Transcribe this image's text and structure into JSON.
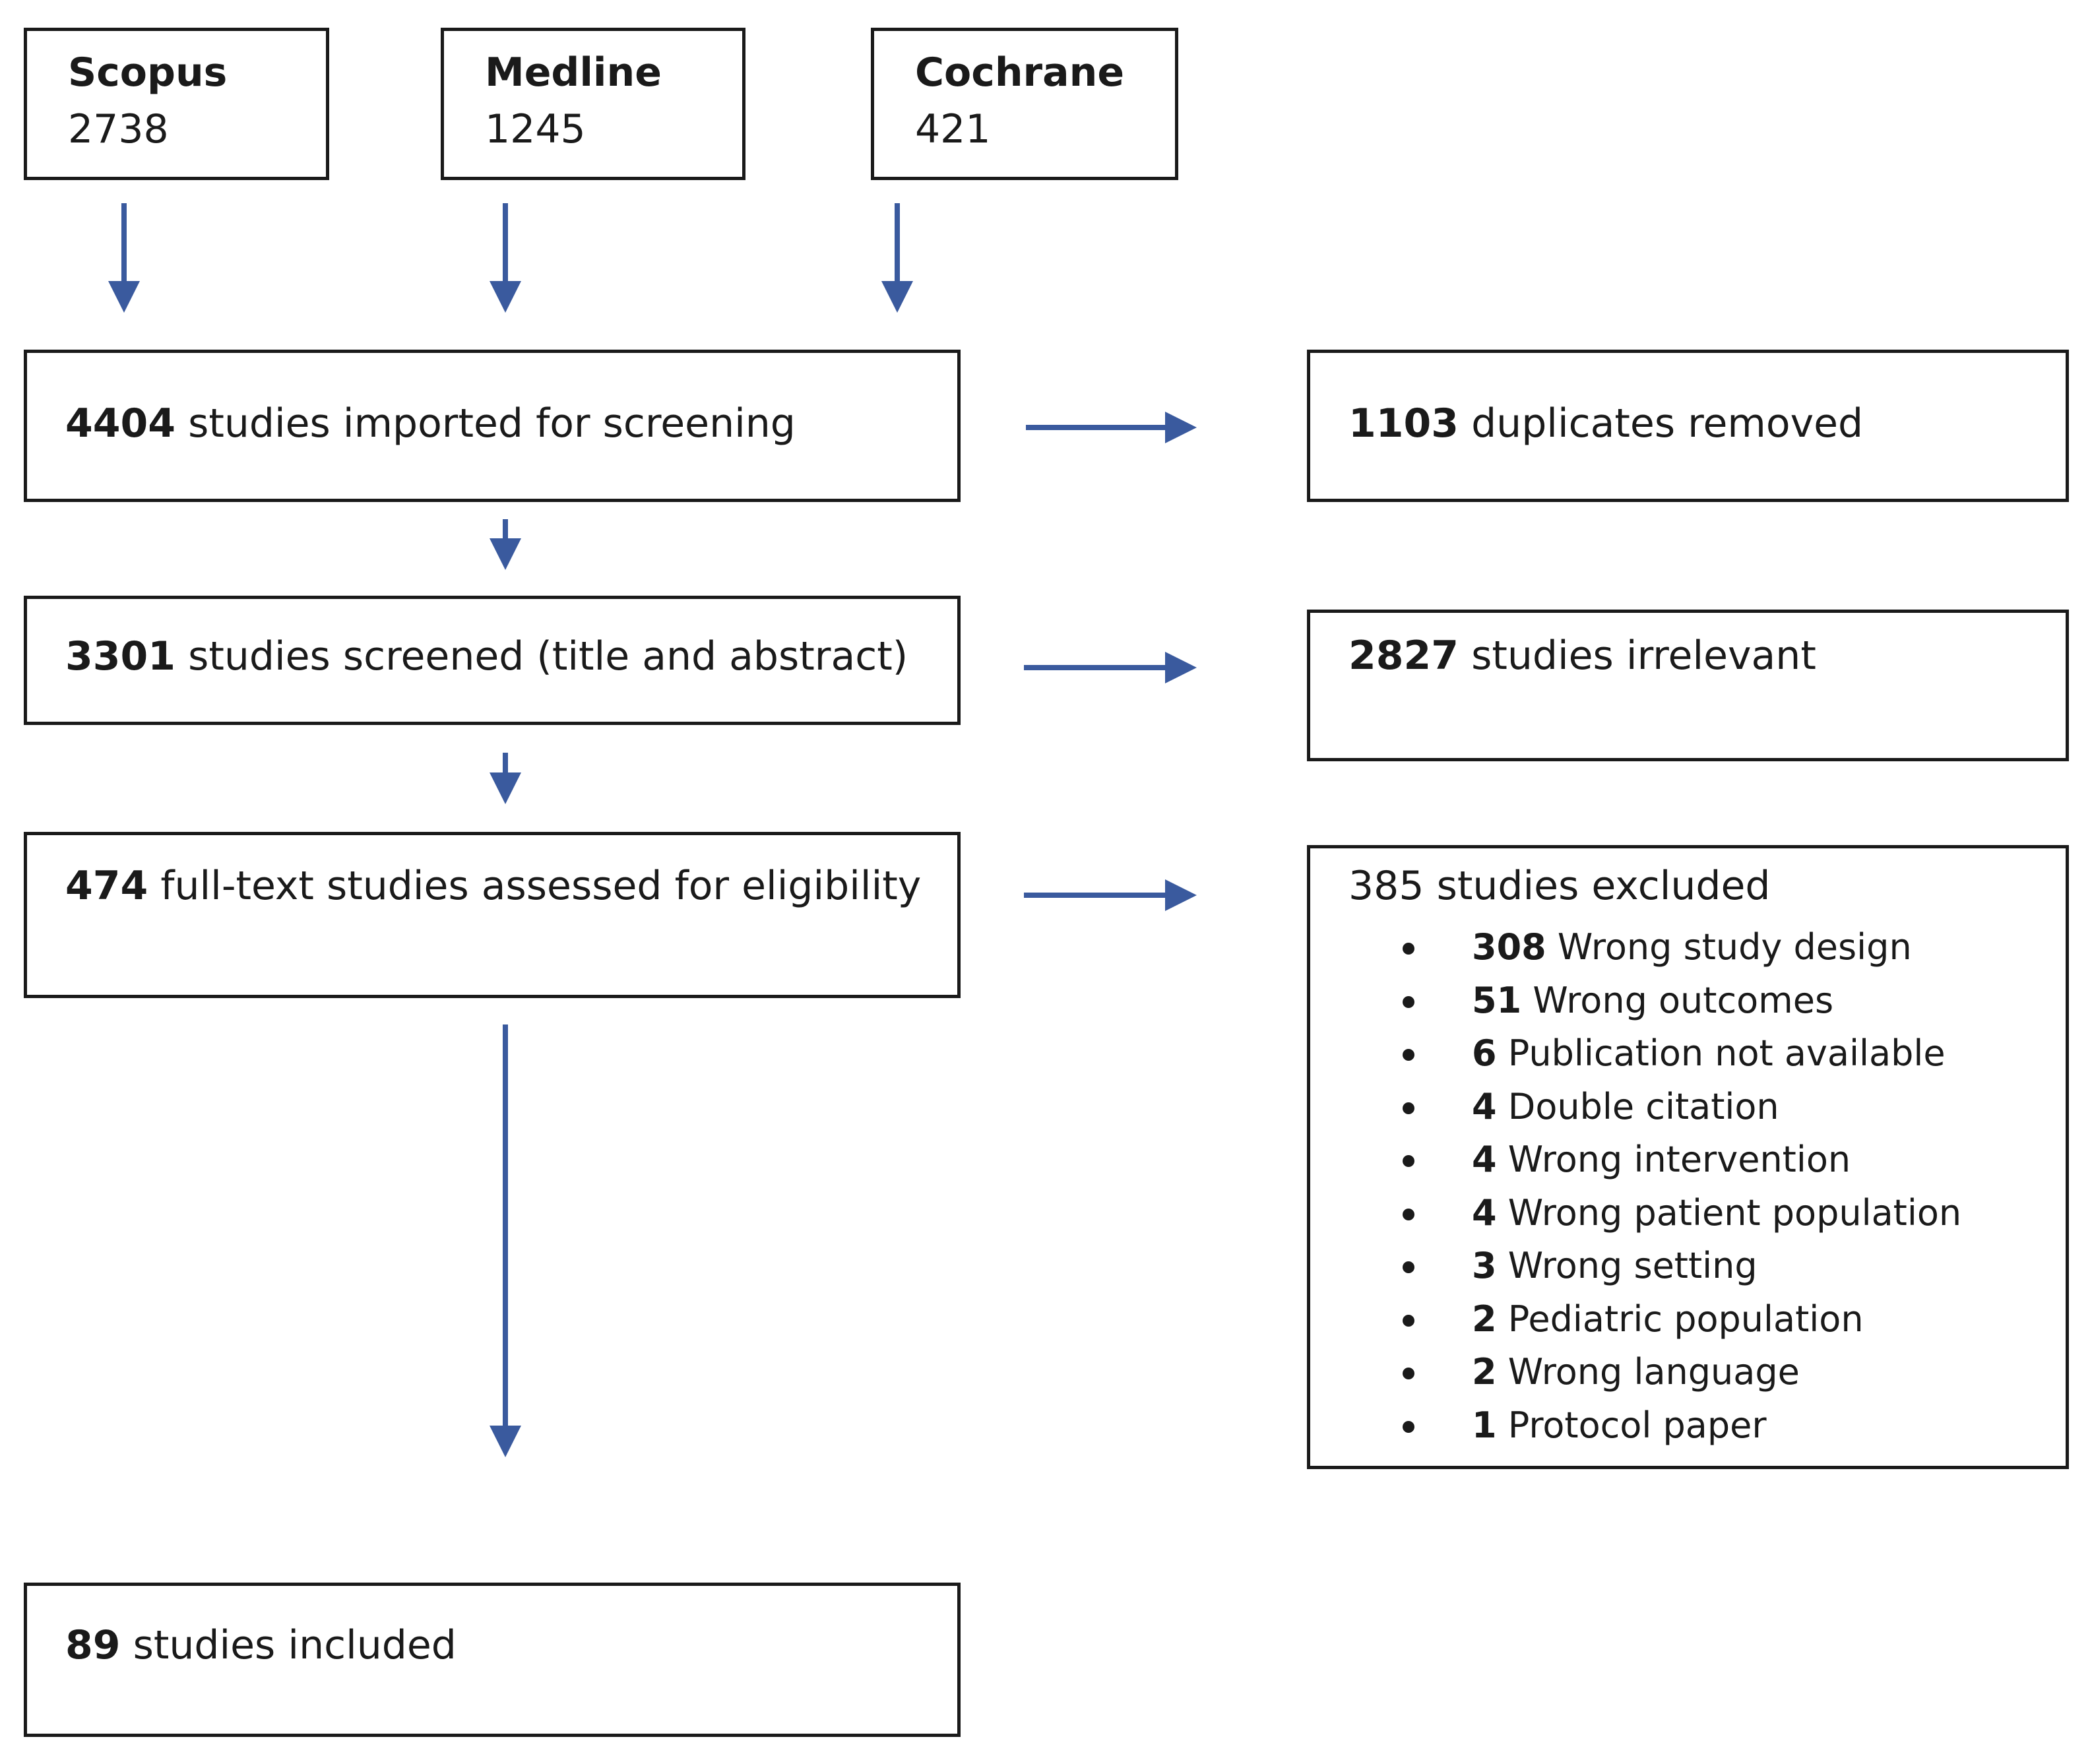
{
  "sources": [
    {
      "name": "Scopus",
      "count": "2738"
    },
    {
      "name": "Medline",
      "count": "1245"
    },
    {
      "name": "Cochrane",
      "count": "421"
    }
  ],
  "flow": {
    "imported": {
      "count": "4404",
      "text": "studies imported for screening"
    },
    "screened": {
      "count": "3301",
      "text": "studies screened (title and abstract)"
    },
    "fulltext": {
      "count": "474",
      "text": "full-text studies assessed for eligibility"
    },
    "included": {
      "count": "89",
      "text": "studies included"
    }
  },
  "removed": {
    "duplicates": {
      "count": "1103",
      "text": "duplicates removed"
    },
    "irrelevant": {
      "count": "2827",
      "text": "studies irrelevant"
    },
    "excluded": {
      "count": "385",
      "text": "studies excluded",
      "reasons": [
        {
          "count": "308",
          "text": "Wrong study design"
        },
        {
          "count": "51",
          "text": "Wrong outcomes"
        },
        {
          "count": "6",
          "text": "Publication not available"
        },
        {
          "count": "4",
          "text": "Double citation"
        },
        {
          "count": "4",
          "text": "Wrong intervention"
        },
        {
          "count": "4",
          "text": "Wrong patient population"
        },
        {
          "count": "3",
          "text": "Wrong setting"
        },
        {
          "count": "2",
          "text": "Pediatric population"
        },
        {
          "count": "2",
          "text": "Wrong language"
        },
        {
          "count": "1",
          "text": "Protocol paper"
        }
      ]
    }
  },
  "colors": {
    "arrow": "#3a5a9e",
    "border": "#1a1a1a"
  }
}
